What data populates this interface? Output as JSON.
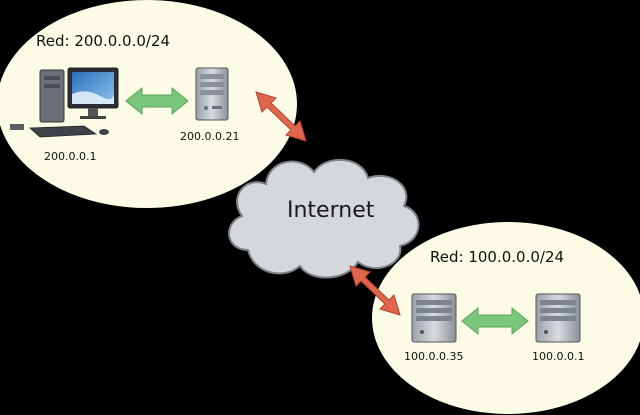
{
  "networks": {
    "top": {
      "title": "Red: 200.0.0.0/24",
      "pc_ip": "200.0.0.1",
      "server_ip": "200.0.0.21"
    },
    "bottom": {
      "title": "Red: 100.0.0.0/24",
      "server_left_ip": "100.0.0.35",
      "server_right_ip": "100.0.0.1"
    }
  },
  "cloud": {
    "label": "Internet"
  },
  "colors": {
    "background": "#000000",
    "network_zone": "#fcfce6",
    "cloud": "#d4d8dc",
    "lan_link": "#7ac67a",
    "wan_link": "#e0654a"
  }
}
